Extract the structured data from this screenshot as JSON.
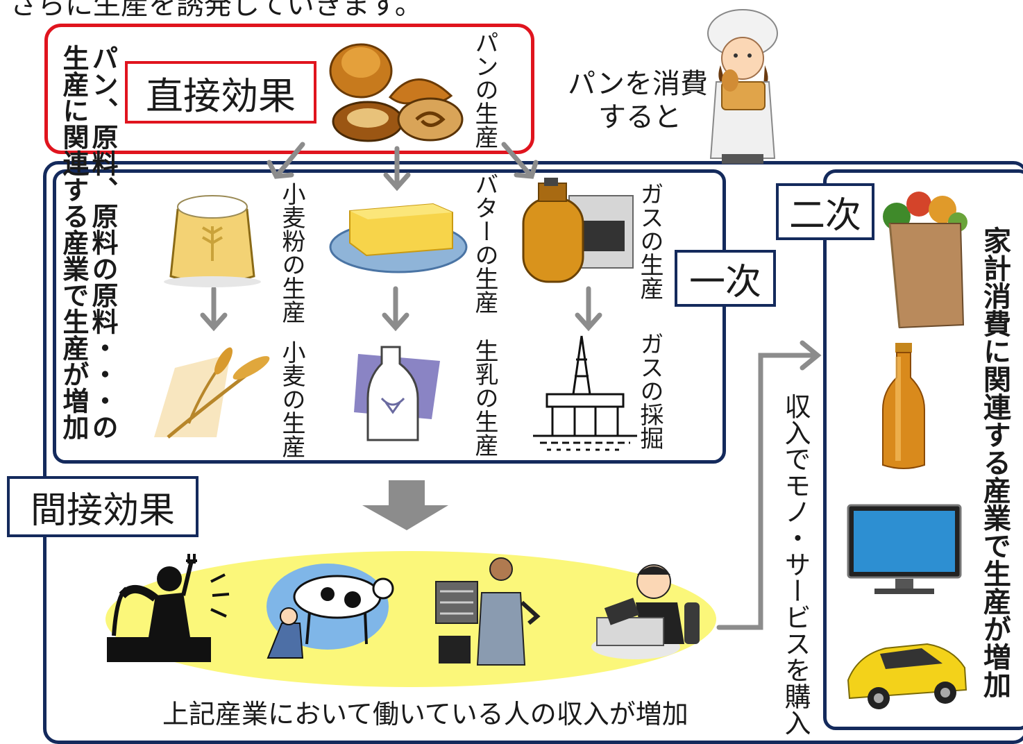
{
  "top_text": "さらに生産を誘発していきます。",
  "direct_effect": "直接効果",
  "indirect_effect": "間接効果",
  "bread_production": "パンの生産",
  "bread_consume": [
    "パンを消費",
    "すると"
  ],
  "left_vertical": [
    "パン、原料、原料の原料・・・の",
    "生産に関連する産業で生産が増加"
  ],
  "primary": "一次",
  "secondary": "二次",
  "items": {
    "flour": "小麦粉の生産",
    "wheat": "小麦の生産",
    "butter": "バターの生産",
    "milk": "生乳の生産",
    "gas": "ガスの生産",
    "gas_mining": "ガスの採掘"
  },
  "income_increase": "上記産業において働いている人の収入が増加",
  "buy_goods": "収入でモノ・サービスを購入",
  "household": "家計消費に関連する産業で生産が増加",
  "colors": {
    "red": "#e0141e",
    "navy": "#142a5c",
    "arrow": "#8c8c8c",
    "ellipse": "#fbf77a"
  }
}
